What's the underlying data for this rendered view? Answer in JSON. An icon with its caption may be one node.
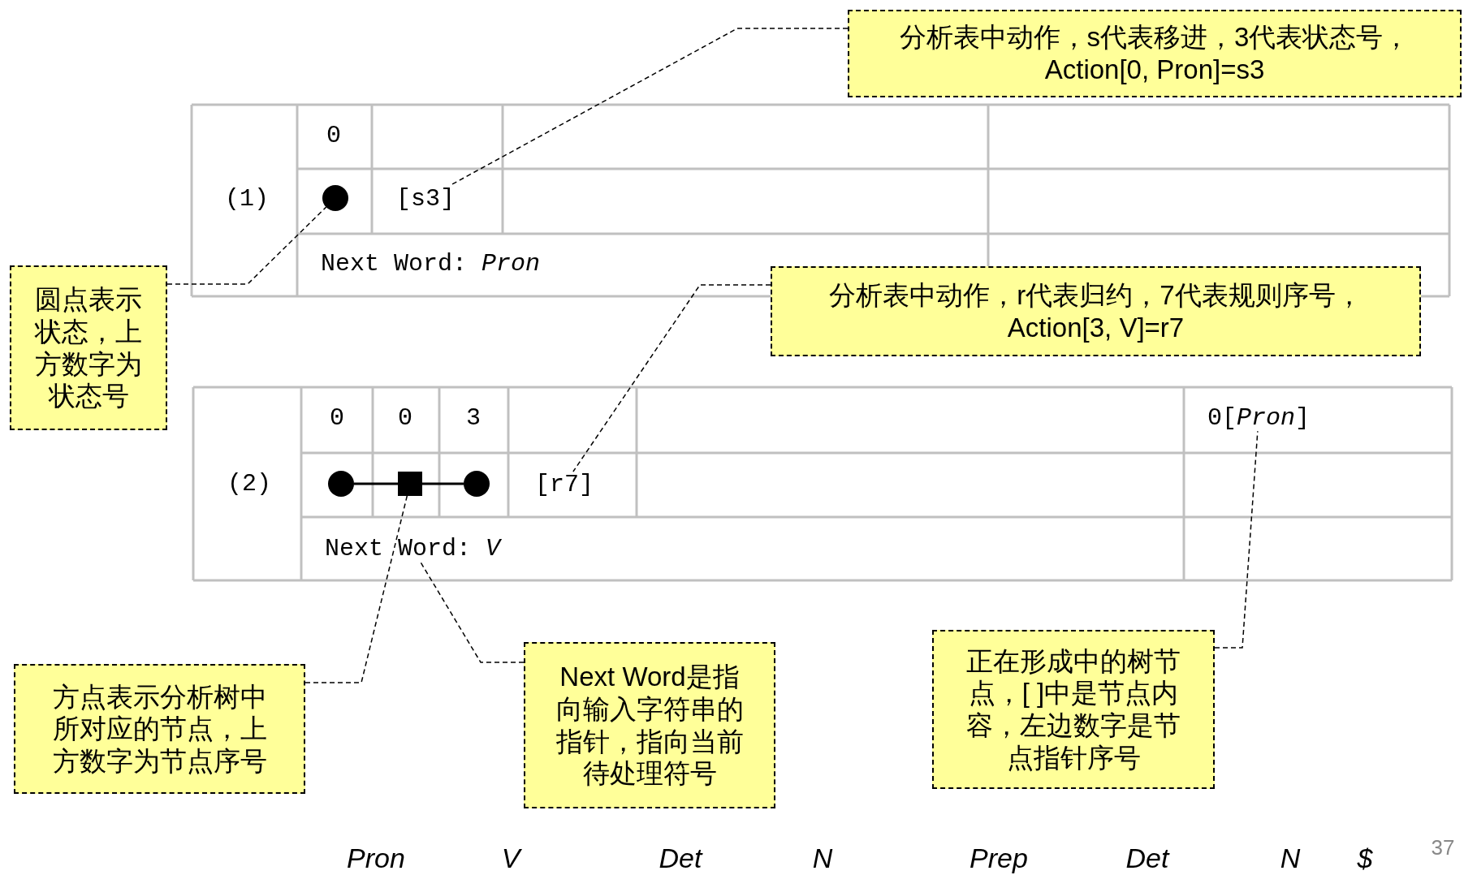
{
  "diagram": {
    "nodes": [
      {
        "text": [
          "分析表中动作，s代表移进，3代表状态号，Action[0, Pron]=s3"
        ]
      },
      {
        "text": [
          "[s3]"
        ]
      },
      {
        "text": [
          "圆点表示状态，上方数字为状态号"
        ]
      },
      {
        "text": [],
        "shape": "circle"
      },
      {
        "text": [
          "分析表中动作，r代表归约，7代表规则序号，Action[3, V]=r7"
        ]
      },
      {
        "text": [
          "[r7]"
        ]
      },
      {
        "text": [
          "方点表示分析树中所对应的节点，上方数字为节点序号"
        ]
      },
      {
        "text": [],
        "shape": "box"
      },
      {
        "text": [
          "Next Word是指向输入字符串的指针，指向当前待处理符号"
        ]
      },
      {
        "text": [
          "Next Word: *V*"
        ]
      },
      {
        "text": [
          "正在形成中的树节点，[ ]中是节点内容，左边数字是节点指针序号"
        ]
      },
      {
        "text": [
          "0[*Pron*]"
        ]
      },
      {
        "text": [],
        "shape": "circle"
      },
      {
        "text": [],
        "shape": "circle"
      }
    ],
    "edges": [
      {
        "from": 0,
        "to": 1,
        "arrow": "none",
        "style": "dashed"
      },
      {
        "from": 2,
        "to": 3,
        "arrow": "none",
        "style": "dashed"
      },
      {
        "from": 4,
        "to": 5,
        "arrow": "none",
        "style": "dashed"
      },
      {
        "from": 6,
        "to": 7,
        "arrow": "none",
        "style": "dashed"
      },
      {
        "from": 8,
        "to": 9,
        "arrow": "none",
        "style": "dashed"
      },
      {
        "from": 10,
        "to": 11,
        "arrow": "none",
        "style": "dashed"
      },
      {
        "from": 12,
        "to": 7,
        "arrow": "none"
      },
      {
        "from": 7,
        "to": 13,
        "arrow": "none"
      }
    ],
    "labels": [
      "(1)",
      "0",
      "Next Word: *Pron*",
      "(2)",
      "0",
      "0",
      "3",
      "Pron",
      "V",
      "Det",
      "N",
      "Prep",
      "Det",
      "N",
      "$",
      "37"
    ]
  }
}
